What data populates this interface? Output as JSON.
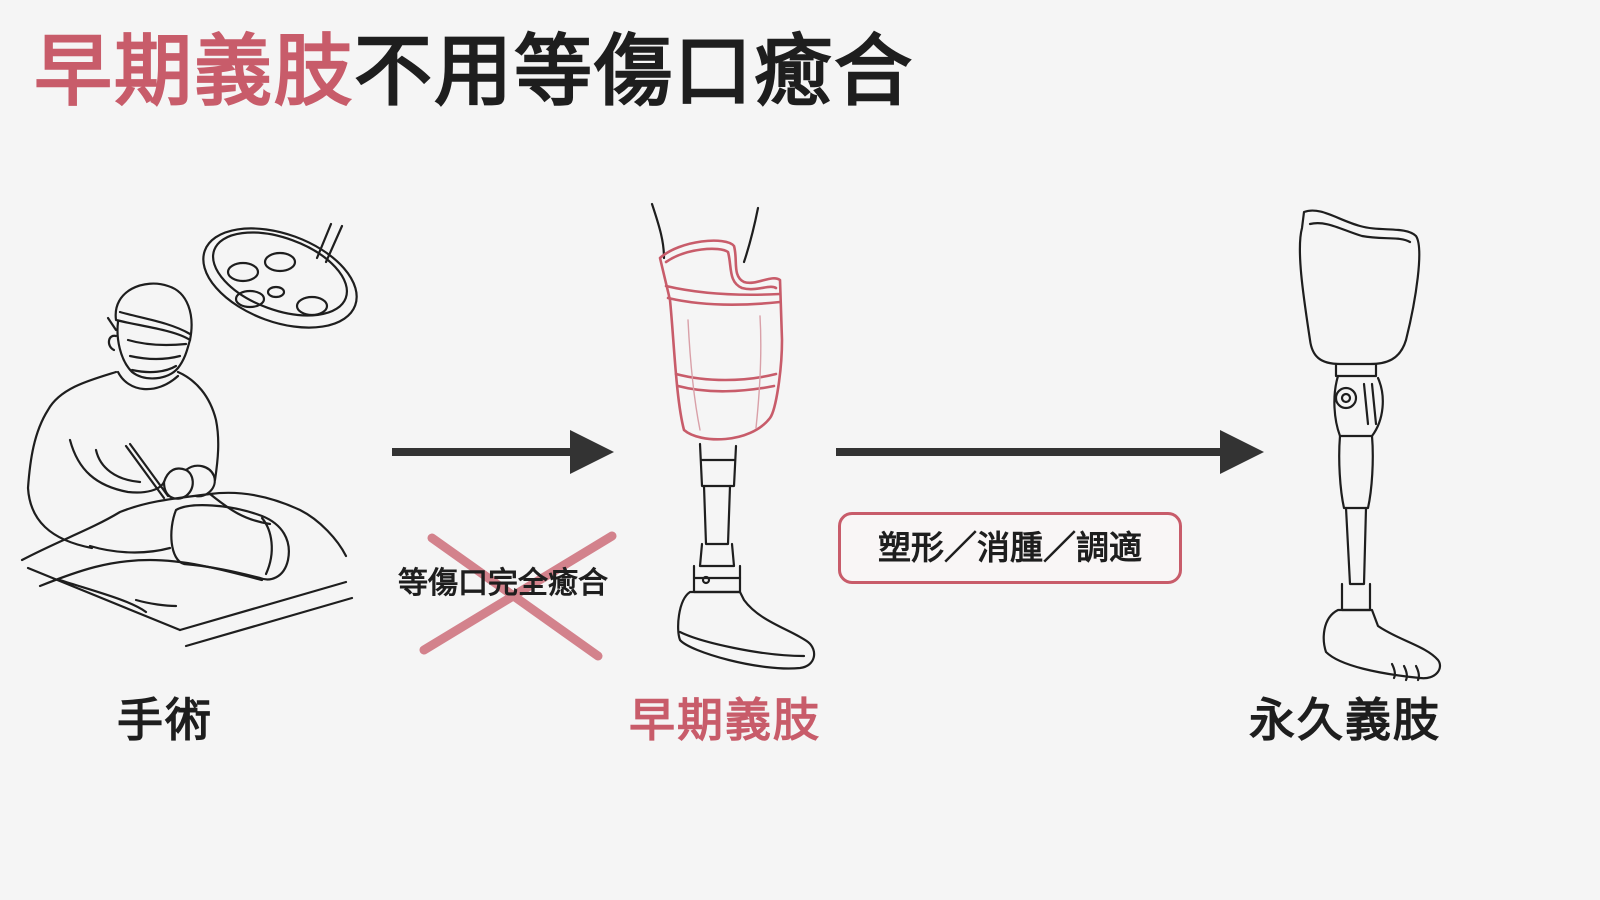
{
  "title": {
    "accent": "早期義肢",
    "rest": "不用等傷口癒合"
  },
  "stages": {
    "surgery": "手術",
    "early": "早期義肢",
    "permanent": "永久義肢"
  },
  "crossed_note": "等傷口完全癒合",
  "process_box": "塑形／消腫／調適",
  "colors": {
    "accent": "#c85c6a",
    "ink": "#1e1e1e",
    "background": "#f5f5f5"
  }
}
